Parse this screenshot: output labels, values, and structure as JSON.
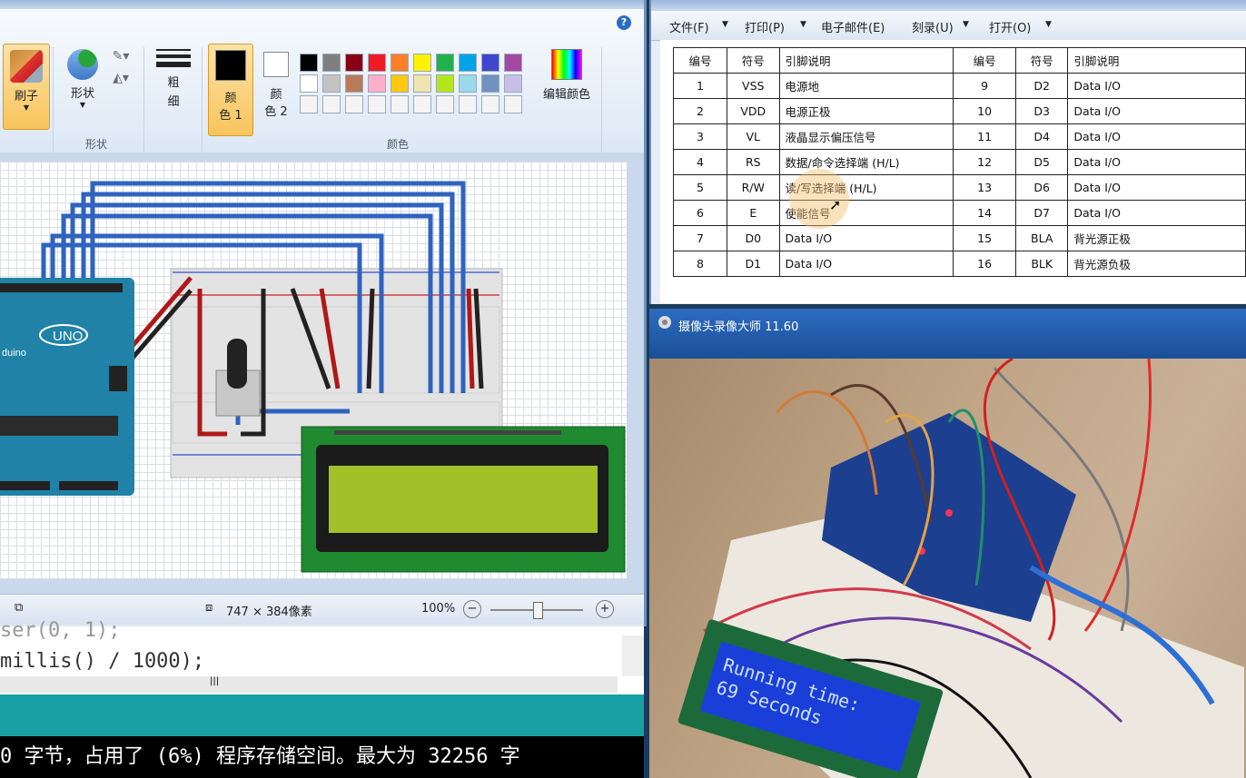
{
  "paint": {
    "ribbon": {
      "brush_label": "刷子",
      "shapes_label": "形状",
      "shapes_group_label": "形状",
      "size_label_1": "粗",
      "size_label_2": "细",
      "color1_label_1": "颜",
      "color1_label_2": "色 1",
      "color2_label_1": "颜",
      "color2_label_2": "色 2",
      "colors_group_label": "颜色",
      "edit_colors_label": "编辑颜色",
      "help_icon": "?"
    },
    "palette_colors": [
      "#000000",
      "#7f7f7f",
      "#880015",
      "#ed1c24",
      "#ff7f27",
      "#fff200",
      "#22b14c",
      "#00a2e8",
      "#3f48cc",
      "#a349a4",
      "#ffffff",
      "#c3c3c3",
      "#b97a57",
      "#ffaec9",
      "#ffc90e",
      "#efe4b0",
      "#b5e61d",
      "#99d9ea",
      "#7092be",
      "#c8bfe7",
      "#f4f4f4",
      "#f4f4f4",
      "#f4f4f4",
      "#f4f4f4",
      "#f4f4f4",
      "#f4f4f4",
      "#f4f4f4",
      "#f4f4f4",
      "#f4f4f4",
      "#f4f4f4"
    ],
    "status": {
      "dimensions": "747 × 384像素",
      "zoom": "100%"
    },
    "circuit": {
      "arduino_label": "UNO",
      "arduino_brand": "duino"
    }
  },
  "ide": {
    "code_line_1": "ser(0, 1);",
    "code_line_2": "millis() / 1000);",
    "console_text": "0 字节，占用了 (6%) 程序存储空间。最大为 32256 字"
  },
  "doc": {
    "toolbar": {
      "file": "文件(F)",
      "print": "打印(P)",
      "email": "电子邮件(E)",
      "burn": "刻录(U)",
      "open": "打开(O)"
    },
    "table": {
      "headers": [
        "编号",
        "符号",
        "引脚说明",
        "编号",
        "符号",
        "引脚说明"
      ],
      "rows": [
        [
          "1",
          "VSS",
          "电源地",
          "9",
          "D2",
          "Data I/O"
        ],
        [
          "2",
          "VDD",
          "电源正极",
          "10",
          "D3",
          "Data I/O"
        ],
        [
          "3",
          "VL",
          "液晶显示偏压信号",
          "11",
          "D4",
          "Data I/O"
        ],
        [
          "4",
          "RS",
          "数据/命令选择端 (H/L)",
          "12",
          "D5",
          "Data I/O"
        ],
        [
          "5",
          "R/W",
          "读/写选择端 (H/L)",
          "13",
          "D6",
          "Data I/O"
        ],
        [
          "6",
          "E",
          "使能信号",
          "14",
          "D7",
          "Data I/O"
        ],
        [
          "7",
          "D0",
          "Data I/O",
          "15",
          "BLA",
          "背光源正极"
        ],
        [
          "8",
          "D1",
          "Data I/O",
          "16",
          "BLK",
          "背光源负极"
        ]
      ]
    }
  },
  "camera": {
    "title": "摄像头录像大师 11.60",
    "lcd_line_1": "Running time:",
    "lcd_line_2": "69 Seconds"
  }
}
